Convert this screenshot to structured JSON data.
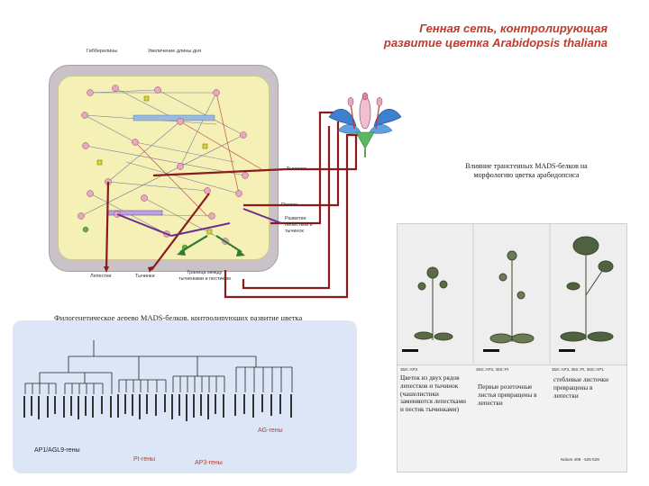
{
  "title": {
    "line1": "Генная сеть, контролирующая",
    "line2": "развитие цветка Arabidopsis thaliana"
  },
  "network": {
    "label_top_left": "Гибберелины",
    "label_top_center": "Увеличение длины дня",
    "label_stamens": "Тычинки",
    "label_petals_1": "Пестик",
    "label_petals_2": "Развитие лепестков и тычинок",
    "label_bottom_left": "Лепестки",
    "label_bottom_mid": "Тычинки",
    "label_bottom_right": "Граница между тычинками и пестиком"
  },
  "mads_effect": "Влияние трансгенных MADS-белков на морфологию цветка арабидопсиса",
  "phylo_title": "Филогенетическое дерево MADS-белков, контролирующих развитие цветка",
  "gene_groups": {
    "ap_agl9": "AP1/AGL9-гены",
    "pi": "PI-гены",
    "ap3": "AP3-гены",
    "ag": "AG-гены"
  },
  "photos": {
    "genotype_1": "35S::AP3",
    "genotype_2": "35S::AP3, 35S::PI",
    "genotype_3": "35S::AP3, 35S::PI, 35S::AP1"
  },
  "captions": {
    "col1": "Цветок из двух рядов лепестков и тычинок (чашелистики заменяются лепестками и пестик тычинками)",
    "col2": "Первые розеточные листья превращены в лепестки",
    "col3": "стеблевые листочки превращены в лепестки",
    "footer": "Nature 409 · 525-529"
  },
  "colors": {
    "title_red": "#c0392b",
    "arrow_dark_red": "#8b1a1a",
    "arrow_purple": "#6a2d8f",
    "arrow_green": "#2e7d32",
    "tree_bg": "#dde6f6"
  }
}
